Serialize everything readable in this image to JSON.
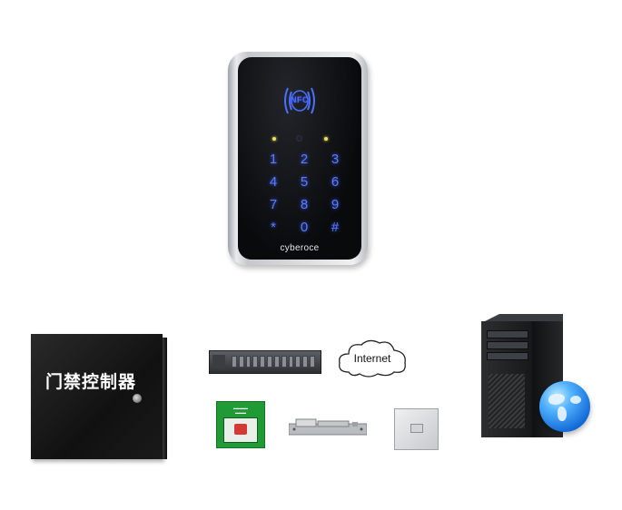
{
  "reader": {
    "nfc_label": "NFC",
    "keys": [
      "1",
      "2",
      "3",
      "4",
      "5",
      "6",
      "7",
      "8",
      "9",
      "*",
      "0",
      "#"
    ],
    "brand": "cyberoce",
    "key_color": "#5a7dff",
    "face_color": "#0b0c0e"
  },
  "controller": {
    "label": "门禁控制器",
    "body_color": "#151515"
  },
  "network": {
    "cloud_label": "Internet"
  },
  "icons": {
    "reader": "nfc-keypad-reader-icon",
    "controller": "access-controller-box-icon",
    "rack_server": "rack-server-icon",
    "cloud": "internet-cloud-icon",
    "emergency_release": "emergency-door-release-icon",
    "electric_lock": "electric-bolt-lock-icon",
    "exit_button": "exit-button-icon",
    "tower_server": "tower-server-icon",
    "globe": "globe-icon"
  }
}
